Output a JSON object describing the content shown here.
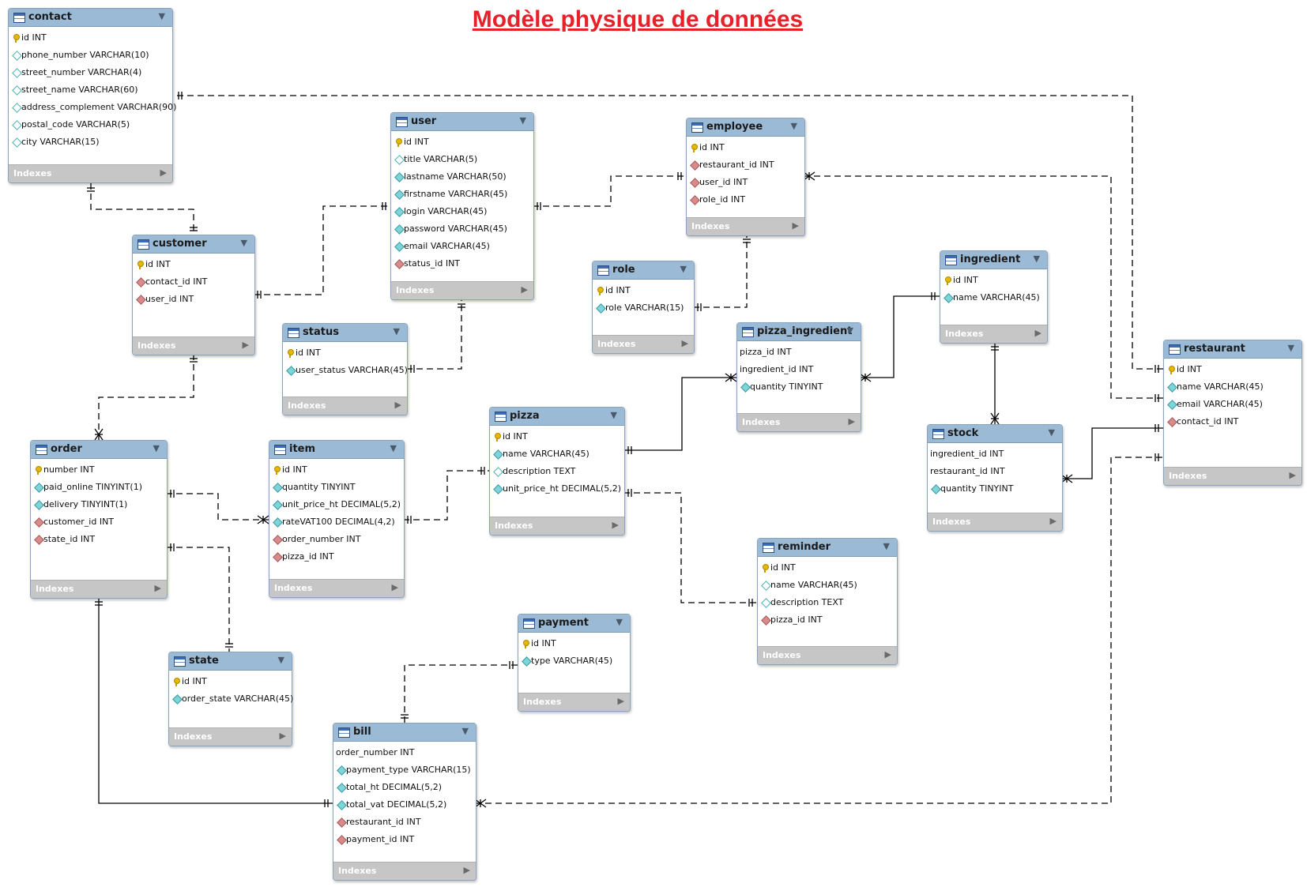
{
  "title": "Modèle physique de données",
  "indexes_label": "Indexes",
  "colors": {
    "title": "#e8202a",
    "header": "#9bbad6",
    "footer": "#c6c6c6",
    "line": "#000000"
  },
  "tables": {
    "contact": {
      "name": "contact",
      "columns": [
        {
          "icon": "pk",
          "label": "id INT"
        },
        {
          "icon": "attr",
          "label": "phone_number VARCHAR(10)"
        },
        {
          "icon": "attr",
          "label": "street_number VARCHAR(4)"
        },
        {
          "icon": "attr",
          "label": "street_name VARCHAR(60)"
        },
        {
          "icon": "attr",
          "label": "address_complement VARCHAR(90)"
        },
        {
          "icon": "attr",
          "label": "postal_code VARCHAR(5)"
        },
        {
          "icon": "attr",
          "label": "city VARCHAR(15)"
        }
      ]
    },
    "customer": {
      "name": "customer",
      "columns": [
        {
          "icon": "pk",
          "label": "id INT"
        },
        {
          "icon": "fk",
          "label": "contact_id INT"
        },
        {
          "icon": "fk",
          "label": "user_id INT"
        }
      ]
    },
    "user": {
      "name": "user",
      "columns": [
        {
          "icon": "pk",
          "label": "id INT"
        },
        {
          "icon": "attr",
          "label": "title VARCHAR(5)"
        },
        {
          "icon": "attrf",
          "label": "lastname VARCHAR(50)"
        },
        {
          "icon": "attrf",
          "label": "firstname VARCHAR(45)"
        },
        {
          "icon": "attrf",
          "label": "login VARCHAR(45)"
        },
        {
          "icon": "attrf",
          "label": "password VARCHAR(45)"
        },
        {
          "icon": "attrf",
          "label": "email VARCHAR(45)"
        },
        {
          "icon": "fk",
          "label": "status_id INT"
        }
      ]
    },
    "status": {
      "name": "status",
      "columns": [
        {
          "icon": "pk",
          "label": "id INT"
        },
        {
          "icon": "attrf",
          "label": "user_status VARCHAR(45)"
        }
      ]
    },
    "employee": {
      "name": "employee",
      "columns": [
        {
          "icon": "pk",
          "label": "id INT"
        },
        {
          "icon": "fk",
          "label": "restaurant_id INT"
        },
        {
          "icon": "fk",
          "label": "user_id INT"
        },
        {
          "icon": "fk",
          "label": "role_id INT"
        }
      ]
    },
    "role": {
      "name": "role",
      "columns": [
        {
          "icon": "pk",
          "label": "id INT"
        },
        {
          "icon": "attrf",
          "label": "role VARCHAR(15)"
        }
      ]
    },
    "ingredient": {
      "name": "ingredient",
      "columns": [
        {
          "icon": "pk",
          "label": "id INT"
        },
        {
          "icon": "attrf",
          "label": "name VARCHAR(45)"
        }
      ]
    },
    "pizza_ingredient": {
      "name": "pizza_ingredient",
      "columns": [
        {
          "icon": "none",
          "label": "pizza_id INT"
        },
        {
          "icon": "none",
          "label": "ingredient_id INT"
        },
        {
          "icon": "attrf",
          "label": "quantity TINYINT"
        }
      ]
    },
    "restaurant": {
      "name": "restaurant",
      "columns": [
        {
          "icon": "pk",
          "label": "id INT"
        },
        {
          "icon": "attrf",
          "label": "name VARCHAR(45)"
        },
        {
          "icon": "attrf",
          "label": "email VARCHAR(45)"
        },
        {
          "icon": "fk",
          "label": "contact_id INT"
        }
      ]
    },
    "order": {
      "name": "order",
      "columns": [
        {
          "icon": "pk",
          "label": "number INT"
        },
        {
          "icon": "attrf",
          "label": "paid_online TINYINT(1)"
        },
        {
          "icon": "attrf",
          "label": "delivery TINYINT(1)"
        },
        {
          "icon": "fk",
          "label": "customer_id INT"
        },
        {
          "icon": "fk",
          "label": "state_id INT"
        }
      ]
    },
    "item": {
      "name": "item",
      "columns": [
        {
          "icon": "pk",
          "label": "id INT"
        },
        {
          "icon": "attrf",
          "label": "quantity TINYINT"
        },
        {
          "icon": "attrf",
          "label": "unit_price_ht DECIMAL(5,2)"
        },
        {
          "icon": "attrf",
          "label": "rateVAT100 DECIMAL(4,2)"
        },
        {
          "icon": "fk",
          "label": "order_number INT"
        },
        {
          "icon": "fk",
          "label": "pizza_id INT"
        }
      ]
    },
    "pizza": {
      "name": "pizza",
      "columns": [
        {
          "icon": "pk",
          "label": "id INT"
        },
        {
          "icon": "attrf",
          "label": "name VARCHAR(45)"
        },
        {
          "icon": "attr",
          "label": "description TEXT"
        },
        {
          "icon": "attrf",
          "label": "unit_price_ht DECIMAL(5,2)"
        }
      ]
    },
    "stock": {
      "name": "stock",
      "columns": [
        {
          "icon": "none",
          "label": "ingredient_id INT"
        },
        {
          "icon": "none",
          "label": "restaurant_id INT"
        },
        {
          "icon": "attrf",
          "label": "quantity TINYINT"
        }
      ]
    },
    "reminder": {
      "name": "reminder",
      "columns": [
        {
          "icon": "pk",
          "label": "id INT"
        },
        {
          "icon": "attr",
          "label": "name VARCHAR(45)"
        },
        {
          "icon": "attr",
          "label": "description TEXT"
        },
        {
          "icon": "fk",
          "label": "pizza_id INT"
        }
      ]
    },
    "state": {
      "name": "state",
      "columns": [
        {
          "icon": "pk",
          "label": "id INT"
        },
        {
          "icon": "attrf",
          "label": "order_state VARCHAR(45)"
        }
      ]
    },
    "payment": {
      "name": "payment",
      "columns": [
        {
          "icon": "pk",
          "label": "id INT"
        },
        {
          "icon": "attrf",
          "label": "type VARCHAR(45)"
        }
      ]
    },
    "bill": {
      "name": "bill",
      "columns": [
        {
          "icon": "none",
          "label": "order_number INT"
        },
        {
          "icon": "attrf",
          "label": "payment_type VARCHAR(15)"
        },
        {
          "icon": "attrf",
          "label": "total_ht DECIMAL(5,2)"
        },
        {
          "icon": "attrf",
          "label": "total_vat DECIMAL(5,2)"
        },
        {
          "icon": "fk",
          "label": "restaurant_id INT"
        },
        {
          "icon": "fk",
          "label": "payment_id INT"
        }
      ]
    }
  },
  "relationships": [
    {
      "from": "contact",
      "to": "customer",
      "style": "identifying-dashed"
    },
    {
      "from": "contact",
      "to": "restaurant",
      "style": "dashed"
    },
    {
      "from": "customer",
      "to": "user",
      "style": "dashed"
    },
    {
      "from": "user",
      "to": "employee",
      "style": "dashed"
    },
    {
      "from": "status",
      "to": "user",
      "style": "dashed"
    },
    {
      "from": "employee",
      "to": "restaurant",
      "style": "dashed"
    },
    {
      "from": "role",
      "to": "employee",
      "style": "dashed"
    },
    {
      "from": "customer",
      "to": "order",
      "style": "dashed"
    },
    {
      "from": "order",
      "to": "item",
      "style": "dashed"
    },
    {
      "from": "order",
      "to": "state",
      "style": "dashed"
    },
    {
      "from": "order",
      "to": "bill",
      "style": "solid"
    },
    {
      "from": "item",
      "to": "pizza",
      "style": "dashed"
    },
    {
      "from": "pizza",
      "to": "pizza_ingredient",
      "style": "solid"
    },
    {
      "from": "ingredient",
      "to": "pizza_ingredient",
      "style": "solid"
    },
    {
      "from": "ingredient",
      "to": "stock",
      "style": "solid"
    },
    {
      "from": "stock",
      "to": "restaurant",
      "style": "solid"
    },
    {
      "from": "pizza",
      "to": "reminder",
      "style": "dashed"
    },
    {
      "from": "payment",
      "to": "bill",
      "style": "dashed"
    },
    {
      "from": "bill",
      "to": "restaurant",
      "style": "dashed"
    }
  ]
}
